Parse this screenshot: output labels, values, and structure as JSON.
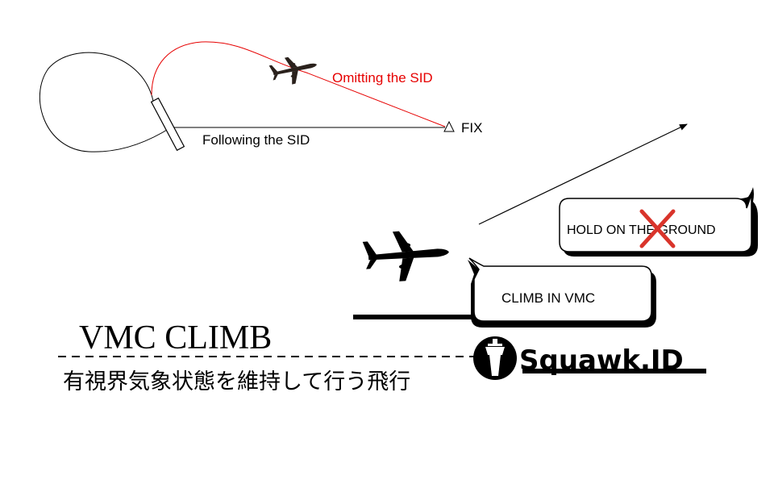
{
  "top_diagram": {
    "omitting_label": "Omitting the SID",
    "following_label": "Following the SID",
    "fix_label": "FIX"
  },
  "bubbles": {
    "hold": "HOLD ON THE GROUND",
    "climb": "CLIMB IN VMC"
  },
  "title": "VMC CLIMB",
  "subtitle": "有視界気象状態を維持して行う飛行",
  "logo": {
    "text": "Squawk.ID"
  },
  "colors": {
    "omit_path": "#e60000",
    "cross": "#d9342b",
    "ink": "#000000"
  },
  "icons": [
    "airplane-icon",
    "fix-triangle-icon",
    "cross-out-icon",
    "control-tower-icon",
    "arrow-icon"
  ]
}
